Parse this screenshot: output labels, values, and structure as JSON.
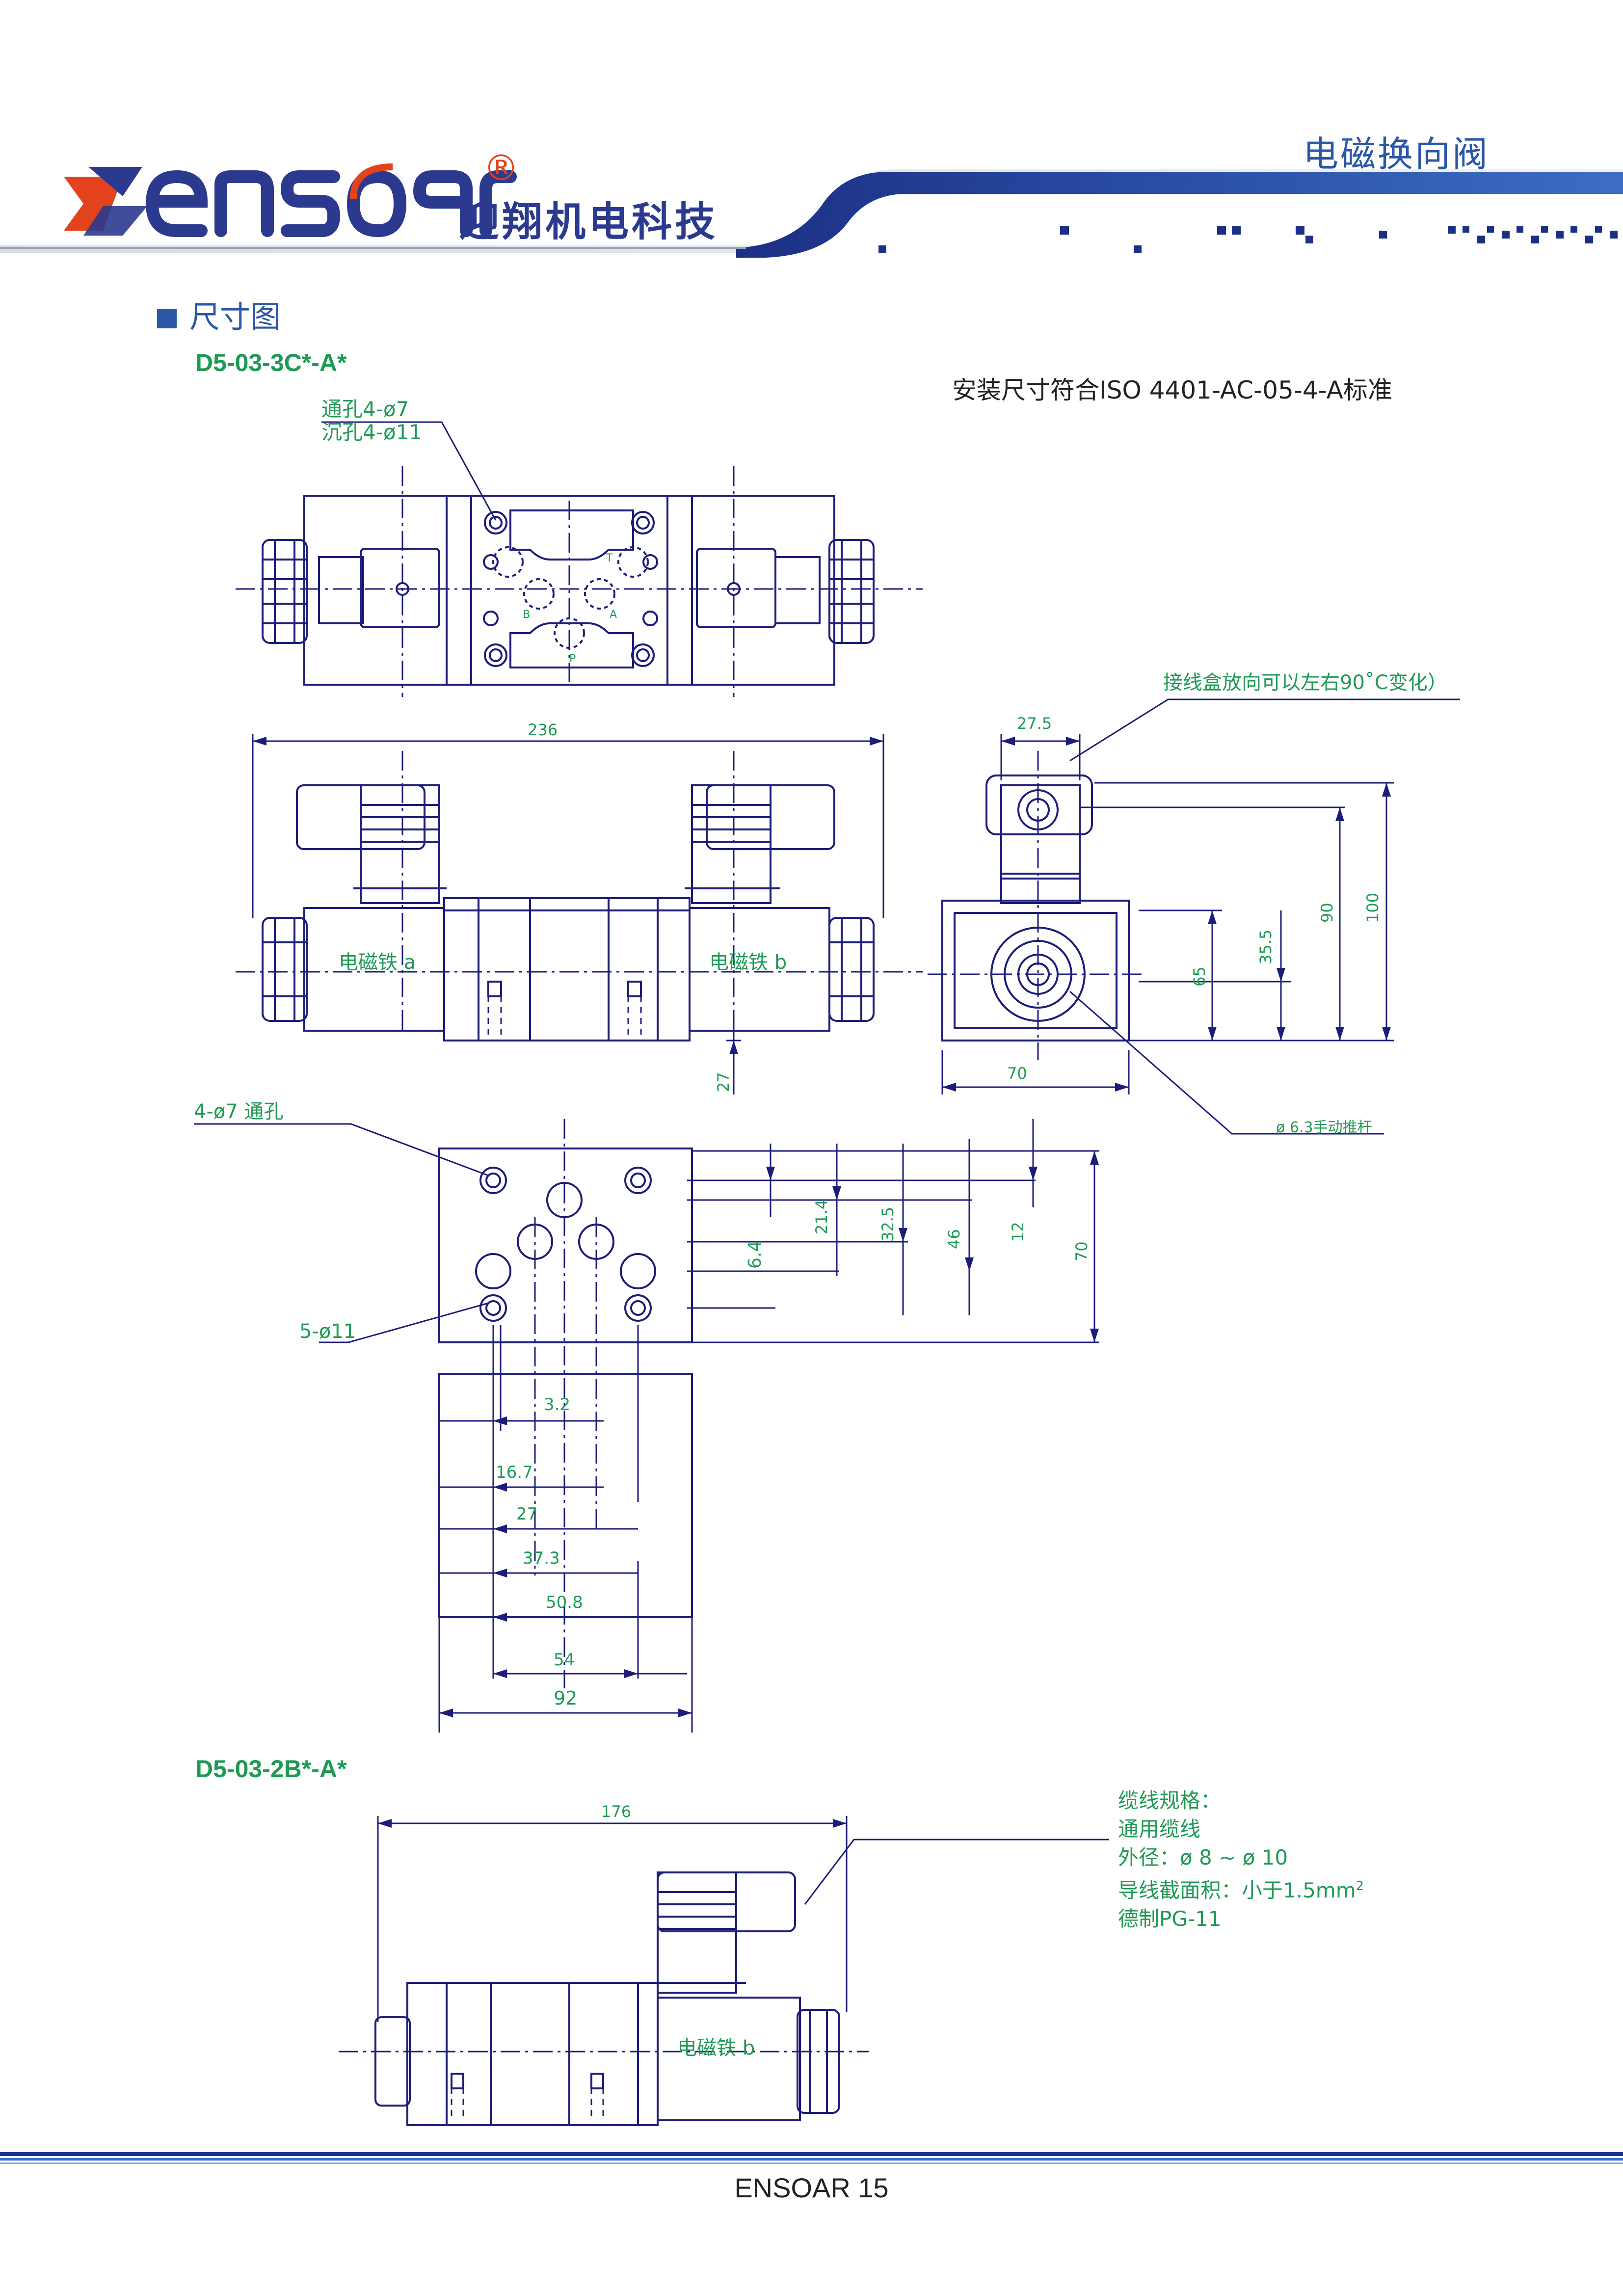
{
  "brand": {
    "logo_text": "ensoar",
    "reg_mark": "®",
    "company_cn": "迎翔机电科技"
  },
  "header": {
    "category": "电磁换向阀"
  },
  "section": {
    "title": "尺寸图"
  },
  "model_a": {
    "name": "D5-03-3C*-A*",
    "mounting_note": "安装尺寸符合ISO 4401-AC-05-4-A标准",
    "hole_through": "通孔4-ø7",
    "hole_counter": "沉孔4-ø11",
    "port_labels": [
      "T",
      "B",
      "A",
      "P"
    ],
    "junction_note": "接线盒放向可以左右90˚C变化）",
    "solenoid_a": "电磁铁 a",
    "solenoid_b": "电磁铁 b",
    "manual_push": "ø 6.3手动推杆",
    "dims": {
      "overall_length": "236",
      "side_top": "27.5",
      "side_h1": "90",
      "side_h2": "100",
      "side_h3": "35.5",
      "side_h4": "65",
      "side_width": "70",
      "front_offset": "27"
    }
  },
  "mounting": {
    "through_holes": "4-ø7 通孔",
    "port_holes": "5-ø11",
    "vertical_dims": [
      "6.4",
      "21.4",
      "32.5",
      "46",
      "12",
      "70"
    ],
    "horizontal_dims": [
      "3.2",
      "16.7",
      "27",
      "37.3",
      "50.8",
      "54",
      "92"
    ]
  },
  "model_b": {
    "name": "D5-03-2B*-A*",
    "overall_length": "176",
    "solenoid_b": "电磁铁 b",
    "cable_spec": {
      "title": "缆线规格：",
      "line1": "通用缆线",
      "line2": "外径：ø 8 ~ ø 10",
      "line3_prefix": "导线截面积：小于1.5mm",
      "line3_sup": "2",
      "line4": "德制PG-11"
    }
  },
  "footer": {
    "page": "ENSOAR 15"
  },
  "colors": {
    "line": "#1c1c7a",
    "dimension": "#1f9a56",
    "brand_orange": "#e2431c",
    "brand_blue": "#2b3a8f",
    "accent": "#2a57a6"
  }
}
